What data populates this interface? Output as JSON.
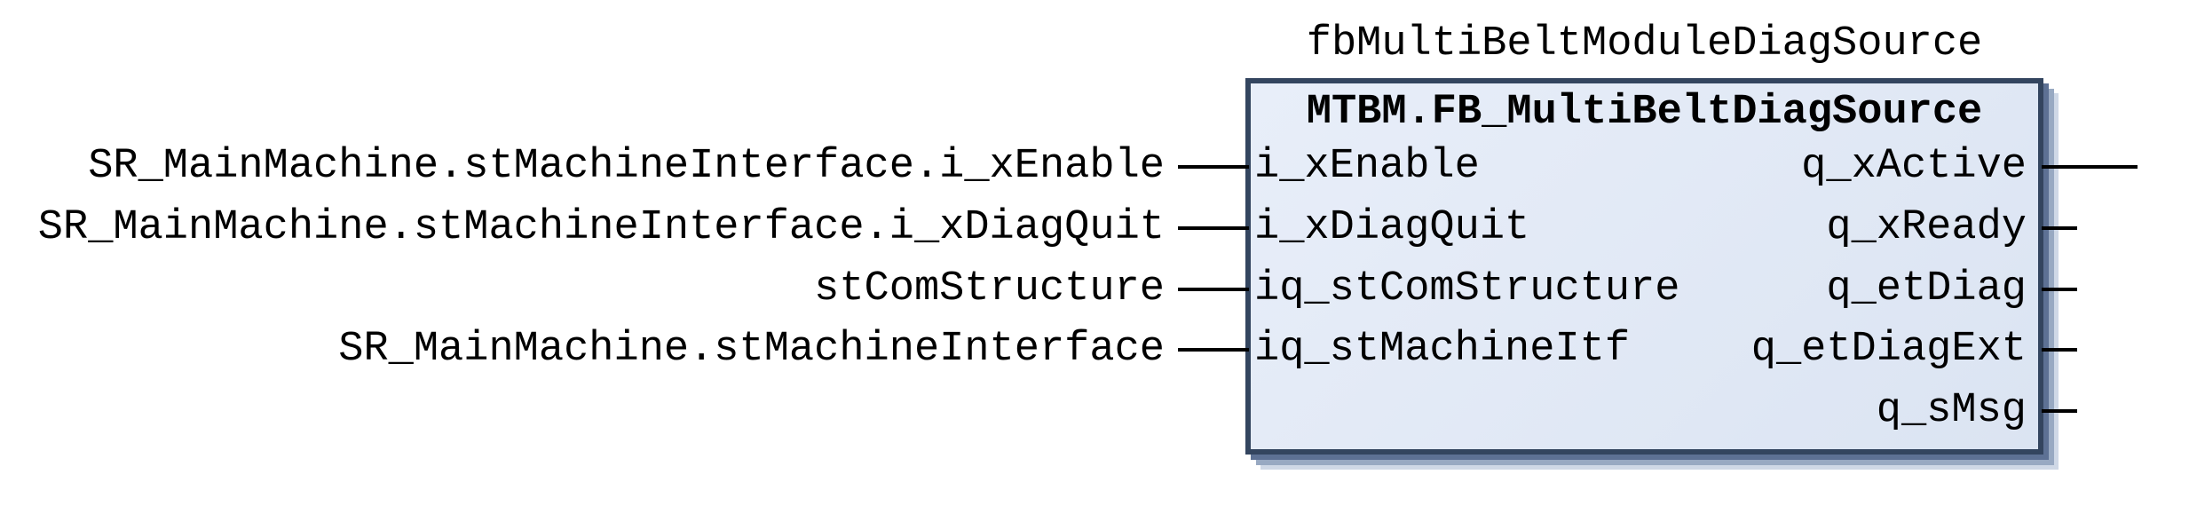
{
  "block": {
    "instance_name": "fbMultiBeltModuleDiagSource",
    "type_name": "MTBM.FB_MultiBeltDiagSource",
    "inputs": [
      {
        "pin": "i_xEnable",
        "operand": "SR_MainMachine.stMachineInterface.i_xEnable"
      },
      {
        "pin": "i_xDiagQuit",
        "operand": "SR_MainMachine.stMachineInterface.i_xDiagQuit"
      },
      {
        "pin": "iq_stComStructure",
        "operand": "stComStructure"
      },
      {
        "pin": "iq_stMachineItf",
        "operand": "SR_MainMachine.stMachineInterface"
      }
    ],
    "outputs": [
      {
        "pin": "q_xActive"
      },
      {
        "pin": "q_xReady"
      },
      {
        "pin": "q_etDiag"
      },
      {
        "pin": "q_etDiagExt"
      },
      {
        "pin": "q_sMsg"
      }
    ]
  },
  "colors": {
    "canvas_bg": "#ffffff",
    "block_fill_light": "#e8eef9",
    "block_fill": "#dbe4f2",
    "block_border": "#33455f",
    "shadow_dark": "#5d7194",
    "shadow_mid": "#98a9c2",
    "shadow_light": "#cfd8e6",
    "wire": "#000000",
    "text": "#000000"
  }
}
